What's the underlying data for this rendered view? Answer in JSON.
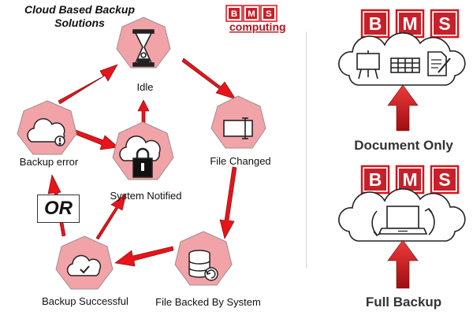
{
  "title": "Cloud Based Backup\nSolutions",
  "logo": {
    "letters": [
      "B",
      "M",
      "S"
    ],
    "subtitle": "computing"
  },
  "nodes": {
    "idle": "Idle",
    "file_changed": "File Changed",
    "file_backed": "File Backed By System",
    "backup_successful": "Backup Successful",
    "backup_error": "Backup error",
    "system_notified": "System Notified"
  },
  "or_label": "OR",
  "panels": {
    "document_only": "Document Only",
    "full_backup": "Full Backup"
  },
  "colors": {
    "node_fill": "#f2a3a8",
    "node_stroke": "#9a8f92",
    "arrow": "#e8141a",
    "tile_red": "#c8202a",
    "tile_stroke": "#d9141a"
  },
  "icons": {
    "idle": "hourglass-icon",
    "file_changed": "file-icon",
    "file_backed": "database-sync-icon",
    "backup_successful": "cloud-check-icon",
    "backup_error": "cloud-error-icon",
    "system_notified": "cloud-lock-icon"
  }
}
